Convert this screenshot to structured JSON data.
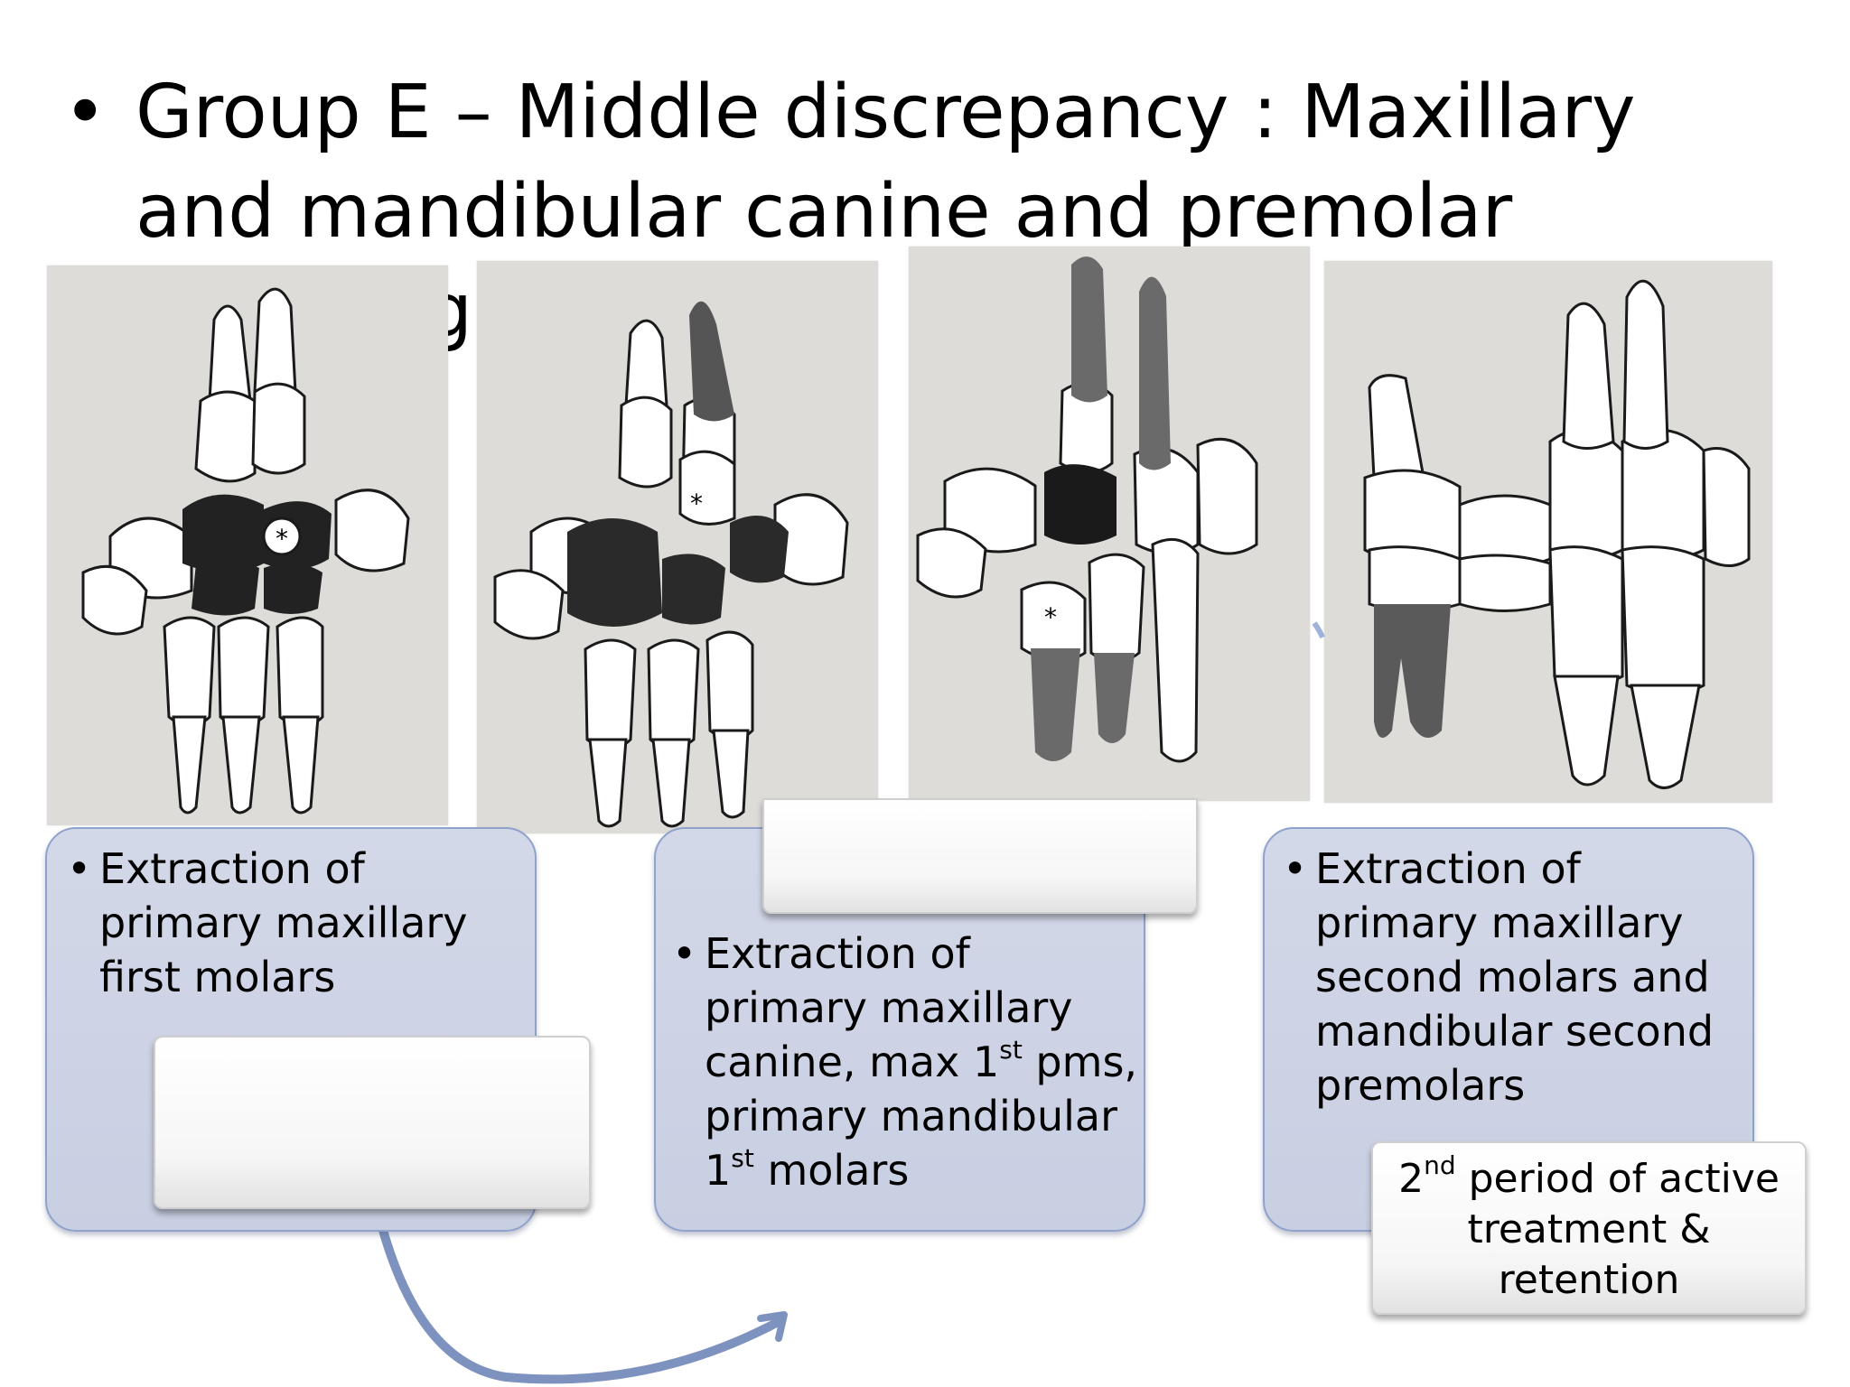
{
  "slide": {
    "title_bullet": "•",
    "title": "Group E – Middle discrepancy : Maxillary and mandibular canine and premolar crowding"
  },
  "boxes": [
    {
      "bullet": "•",
      "text": "Extraction of\nprimary maxillary\nfirst molars"
    },
    {
      "bullet": "•",
      "text_line1": "Extraction of",
      "text_line2": "primary maxillary",
      "text_line3a": "canine, max 1",
      "text_line3_sup": "st",
      "text_line3b": " pms,",
      "text_line4": "primary mandibular",
      "text_line5a": "1",
      "text_line5_sup": "st",
      "text_line5b": " molars"
    },
    {
      "bullet": "•",
      "text": "Extraction of\nprimary maxillary\nsecond molars  and\nmandibular second\npremolars"
    }
  ],
  "label_card": {
    "line1_a": "2",
    "line1_sup": "nd",
    "line1_b": " period of active",
    "line2": "treatment &",
    "line3": "retention"
  },
  "figures": [
    {
      "name": "dentition-stage-1",
      "asterisk": "*"
    },
    {
      "name": "dentition-stage-2",
      "asterisk": "*"
    },
    {
      "name": "dentition-stage-3",
      "asterisk": "*"
    },
    {
      "name": "dentition-stage-4"
    }
  ],
  "colors": {
    "box_fill": "#cdd3e6",
    "box_border": "#8ea2cc",
    "arrow": "#7d92bf",
    "figure_bg": "#dedcd8"
  }
}
